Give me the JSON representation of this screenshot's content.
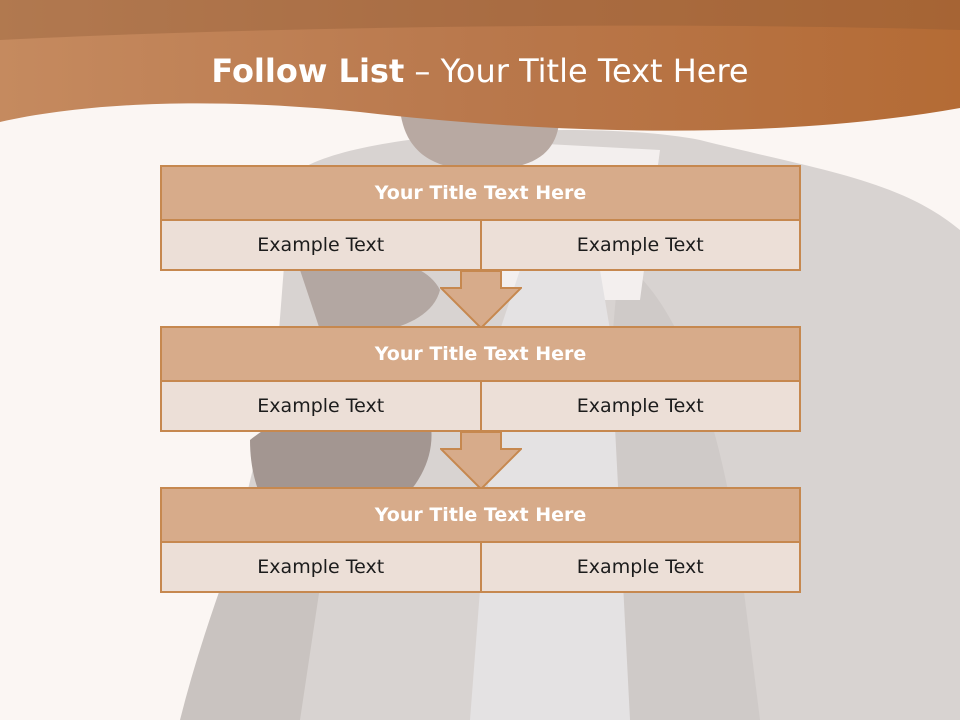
{
  "slide": {
    "title_bold": "Follow List",
    "title_rest": "– Your Title Text Here"
  },
  "colors": {
    "header_brown": "#c07a44",
    "box_header": "#d7ab8a",
    "box_cell": "#ecdfd7",
    "box_border": "#c6884f"
  },
  "blocks": [
    {
      "title": "Your Title Text Here",
      "left": "Example Text",
      "right": "Example Text"
    },
    {
      "title": "Your Title Text Here",
      "left": "Example Text",
      "right": "Example Text"
    },
    {
      "title": "Your Title Text Here",
      "left": "Example Text",
      "right": "Example Text"
    }
  ]
}
